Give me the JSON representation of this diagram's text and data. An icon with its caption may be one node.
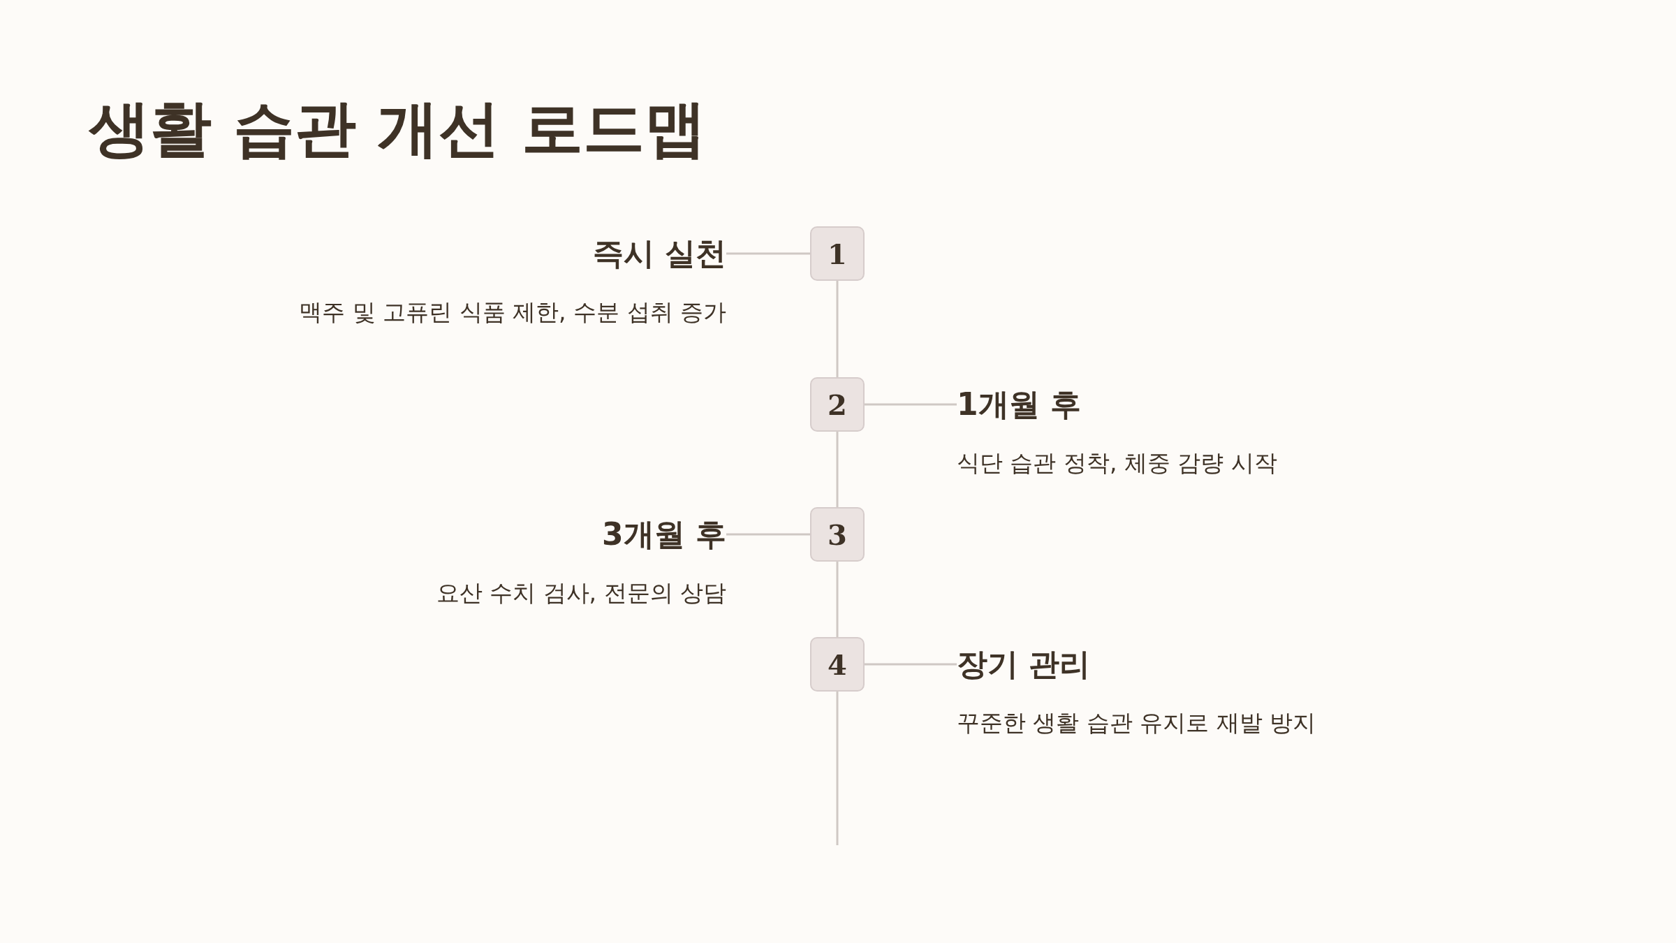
{
  "diagram": {
    "title": "생활 습관 개선 로드맵",
    "nodes": [
      {
        "text": [
          "즉시 실천",
          "맥주 및 고퓨린 식품 제한, 수분 섭취 증가"
        ]
      },
      {
        "text": [
          "1"
        ]
      },
      {
        "text": [
          "2"
        ]
      },
      {
        "text": [
          "1개월 후",
          "식단 습관 정착, 체중 감량 시작"
        ]
      },
      {
        "text": [
          "3개월 후",
          "요산 수치 검사, 전문의 상담"
        ]
      },
      {
        "text": [
          "3"
        ]
      },
      {
        "text": [
          "4"
        ]
      },
      {
        "text": [
          "장기 관리",
          "꾸준한 생활 습관 유지로 재발 방지"
        ]
      }
    ],
    "edges": [
      {
        "from": 0,
        "to": 1,
        "arrow": "none"
      },
      {
        "from": 1,
        "to": 2,
        "arrow": "none"
      },
      {
        "from": 2,
        "to": 3,
        "arrow": "none"
      },
      {
        "from": 4,
        "to": 5,
        "arrow": "none"
      },
      {
        "from": 2,
        "to": 5,
        "arrow": "none"
      },
      {
        "from": 5,
        "to": 6,
        "arrow": "none"
      },
      {
        "from": 6,
        "to": 7,
        "arrow": "none"
      },
      {
        "from": 6,
        "to": null,
        "arrow": "none"
      }
    ]
  }
}
